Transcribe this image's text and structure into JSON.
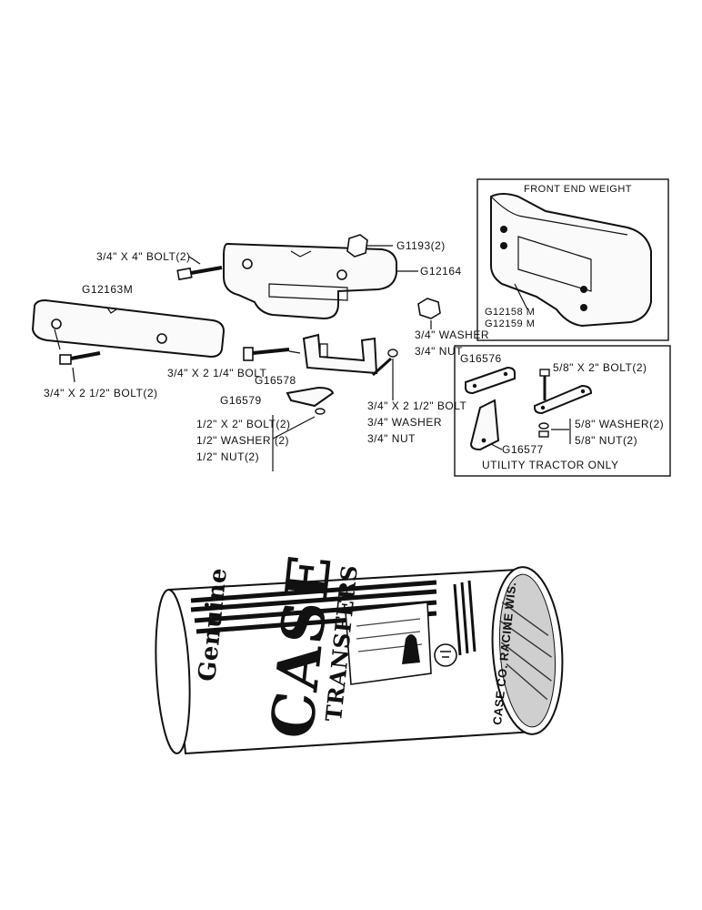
{
  "inset_front": {
    "title": "FRONT END WEIGHT",
    "part_a": "G12158 M",
    "part_b": "G12159 M"
  },
  "inset_utility": {
    "caption": "UTILITY TRACTOR ONLY",
    "part_bracket_plate": "G16576",
    "part_bracket_angle": "G16577",
    "bolt": "5/8\" X 2\" BOLT(2)",
    "washer": "5/8\" WASHER(2)",
    "nut": "5/8\" NUT(2)"
  },
  "main": {
    "bolt_top": "3/4\" X 4\" BOLT(2)",
    "part_nut_top": "G1193(2)",
    "part_weight_upper": "G12164",
    "part_weight_lower": "G12163M",
    "bolt_lower": "3/4\" X 2 1/2\" BOLT(2)",
    "washer_right": "3/4\" WASHER",
    "nut_right": "3/4\" NUT",
    "bolt_mid": "3/4\" X 2 1/4\" BOLT",
    "part_bracket_mid": "G16578",
    "part_clip": "G16579",
    "bolt_center": "3/4\" X 2 1/2\" BOLT",
    "washer_center": "3/4\" WASHER",
    "nut_center": "3/4\" NUT",
    "bolt_small": "1/2\" X 2\" BOLT(2)",
    "washer_small": "1/2\" WASHER (2)",
    "nut_small": "1/2\" NUT(2)"
  },
  "can": {
    "word_genuine": "Genuine",
    "word_brand": "CASE",
    "word_transfers": "TRANSFERS",
    "word_maker": "CASE CO. RACINE WIS."
  }
}
